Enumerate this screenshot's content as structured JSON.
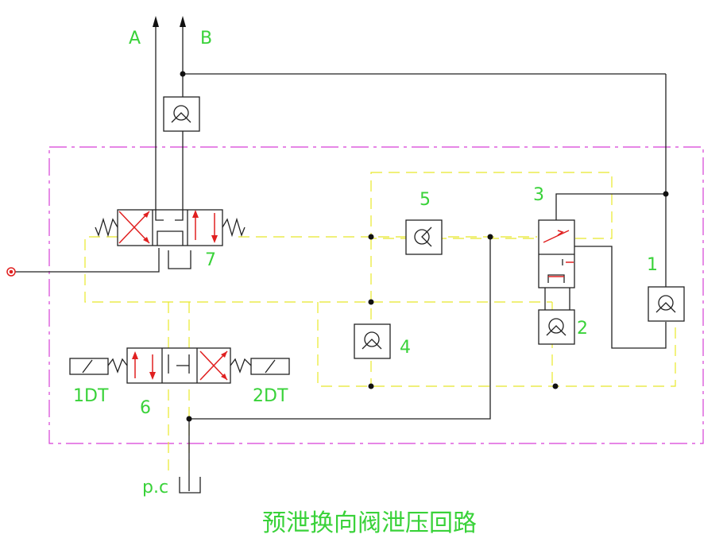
{
  "port_a": "A",
  "port_b": "B",
  "labels": {
    "n1": "1",
    "n2": "2",
    "n3": "3",
    "n4": "4",
    "n5": "5",
    "n6": "6",
    "n7": "7",
    "sol_left": "1DT",
    "sol_right": "2DT",
    "pc": "p.c"
  },
  "title": "预泄换向阀泄压回路",
  "colors": {
    "lines": "#222222",
    "frame": "#d63fd6",
    "pilot": "#e8e82a",
    "arrows": "#e02020",
    "text": "#39d239"
  }
}
